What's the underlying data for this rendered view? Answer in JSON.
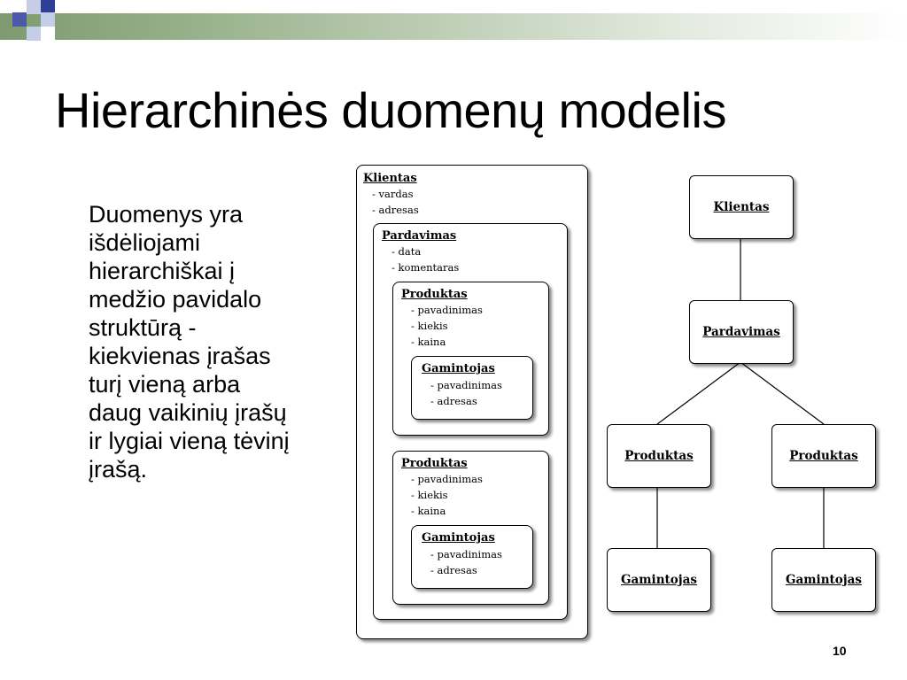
{
  "slide": {
    "title": "Hierarchinės duomenų modelis",
    "body_lines": [
      "Duomenys yra",
      "išdėliojami",
      "hierarchiškai į",
      "medžio pavidalo",
      "struktūrą -",
      "kiekvienas įrašas",
      "turį vieną arba",
      "daug vaikinių įrašų",
      "ir lygiai vieną tėvinį",
      "įrašą."
    ],
    "page_number": "10"
  },
  "nested_diagram": {
    "klientas": {
      "title": "Klientas",
      "fields": [
        "- vardas",
        "- adresas"
      ]
    },
    "pardavimas": {
      "title": "Pardavimas",
      "fields": [
        "- data",
        "- komentaras"
      ]
    },
    "produktas_1": {
      "title": "Produktas",
      "fields": [
        "- pavadinimas",
        "- kiekis",
        "- kaina"
      ]
    },
    "gamintojas_1": {
      "title": "Gamintojas",
      "fields": [
        "- pavadinimas",
        "- adresas"
      ]
    },
    "produktas_2": {
      "title": "Produktas",
      "fields": [
        "- pavadinimas",
        "- kiekis",
        "- kaina"
      ]
    },
    "gamintojas_2": {
      "title": "Gamintojas",
      "fields": [
        "- pavadinimas",
        "- adresas"
      ]
    }
  },
  "tree_diagram": {
    "klientas": "Klientas",
    "pardavimas": "Pardavimas",
    "produktas_left": "Produktas",
    "produktas_right": "Produktas",
    "gamintojas_left": "Gamintojas",
    "gamintojas_right": "Gamintojas"
  }
}
